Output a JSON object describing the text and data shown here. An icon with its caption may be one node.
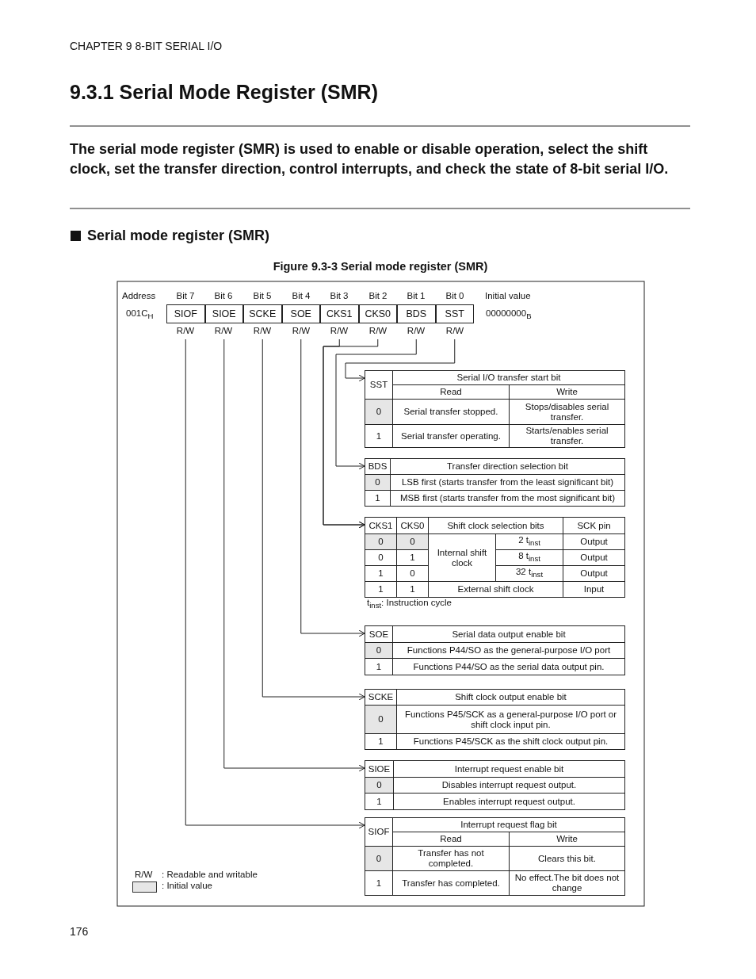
{
  "diagram": {
    "title": "9.3.1 Serial Mode Register (SMR)",
    "caption": "Figure 9.3-3  Serial mode register (SMR)",
    "nodes": [
      {
        "text": [
          "SIOF"
        ]
      },
      {
        "text": [
          "SIOE"
        ]
      },
      {
        "text": [
          "SCKE"
        ]
      },
      {
        "text": [
          "SOE"
        ]
      },
      {
        "text": [
          "CKS1"
        ]
      },
      {
        "text": [
          "CKS0"
        ]
      },
      {
        "text": [
          "BDS"
        ]
      },
      {
        "text": [
          "SST"
        ]
      },
      {
        "text": [
          "SST",
          "Serial I/O transfer start bit",
          "Read",
          "Write",
          "0",
          "Serial transfer stopped.",
          "Stops/disables serial transfer.",
          "1",
          "Serial transfer operating.",
          "Starts/enables serial transfer."
        ]
      },
      {
        "text": [
          "BDS",
          "Transfer direction selection bit",
          "0",
          "LSB first (starts transfer from the least significant bit)",
          "1",
          "MSB first (starts transfer from the most significant bit)"
        ]
      },
      {
        "text": [
          "CKS1",
          "CKS0",
          "Shift clock selection bits",
          "SCK pin",
          "0",
          "0",
          "Internal shift clock",
          "2 t$_{inst}$",
          "Output",
          "0",
          "1",
          "8 t$_{inst}$",
          "Output",
          "1",
          "0",
          "32 t$_{inst}$",
          "Output",
          "1",
          "1",
          "External shift clock",
          "Input"
        ],
        "beside": [
          "t$_{inst}$:  Instruction cycle"
        ]
      },
      {
        "text": [
          "SOE",
          "Serial data output enable bit",
          "0",
          "Functions P44/SO as the general-purpose I/O port",
          "1",
          "Functions P44/SO as the serial data output pin."
        ]
      },
      {
        "text": [
          "SCKE",
          "Shift clock output enable bit",
          "0",
          "Functions P45/SCK as a general-purpose I/O port or shift clock input pin.",
          "1",
          "Functions P45/SCK as the shift clock output pin."
        ]
      },
      {
        "text": [
          "SIOE",
          "Interrupt request enable bit",
          "0",
          "Disables interrupt request output.",
          "1",
          "Enables interrupt request output."
        ]
      },
      {
        "text": [
          "SIOF",
          "Interrupt request flag bit",
          "Read",
          "Write",
          "0",
          "Transfer has not completed.",
          "Clears this bit.",
          "1",
          "Transfer has completed.",
          "No effect.The bit does not change"
        ]
      }
    ],
    "edges": [
      {
        "from": 7,
        "to": 8,
        "arrow": "to"
      },
      {
        "from": 6,
        "to": 9,
        "arrow": "to"
      },
      {
        "from": 4,
        "to": 10,
        "arrow": "to"
      },
      {
        "from": 5,
        "to": 10,
        "arrow": "to"
      },
      {
        "from": 3,
        "to": 11,
        "arrow": "to"
      },
      {
        "from": 2,
        "to": 12,
        "arrow": "to"
      },
      {
        "from": 1,
        "to": 13,
        "arrow": "to"
      },
      {
        "from": 0,
        "to": 14,
        "arrow": "to"
      }
    ],
    "labels": [
      "CHAPTER 9  8-BIT SERIAL I/O",
      "The serial mode register (SMR) is used to enable or disable operation, select the shift clock, set the transfer direction, control interrupts, and check the state of 8-bit serial I/O.",
      "Serial mode register (SMR)",
      "Address",
      "Bit 7",
      "Bit 6",
      "Bit 5",
      "Bit 4",
      "Bit 3",
      "Bit 2",
      "Bit 1",
      "Bit 0",
      "Initial value",
      "001C$_{H}$",
      "00000000$_{B}$",
      "R/W",
      "R/W",
      "R/W",
      "R/W",
      "R/W",
      "R/W",
      "R/W",
      "R/W",
      "R/W",
      ": Readable and writable",
      "176"
    ],
    "legend": [
      {
        "text": ": Initial value",
        "color": "#e6e6e6"
      }
    ]
  }
}
